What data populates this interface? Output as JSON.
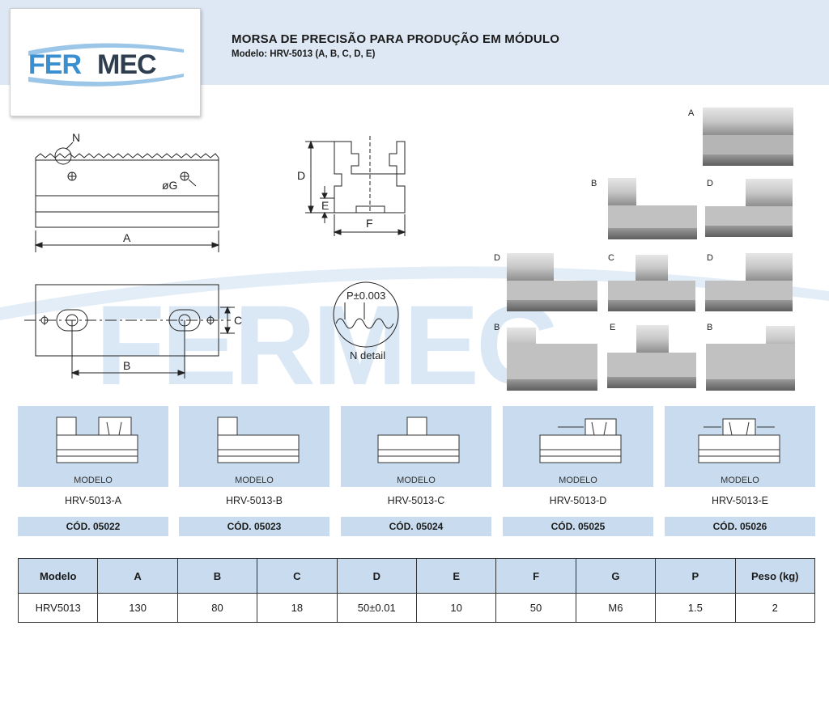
{
  "header": {
    "title": "MORSA DE PRECISÃO PARA PRODUÇÃO EM MÓDULO",
    "subtitle": "Modelo: HRV-5013 (A, B, C, D, E)"
  },
  "logo": {
    "text_left": "FER",
    "text_right": "MEC",
    "color_left": "#3a8fd0",
    "color_right": "#2f3e4e"
  },
  "watermark": {
    "text": "FERMEC"
  },
  "drawing_labels": {
    "dim_a": "A",
    "dim_b": "B",
    "dim_c": "C",
    "dim_d": "D",
    "dim_e": "E",
    "dim_f": "F",
    "dim_n": "N",
    "dim_g": "øG",
    "pitch": "P±0.003",
    "detail": "N detail"
  },
  "photo_labels": [
    "A",
    "B",
    "D",
    "D",
    "C",
    "D",
    "B",
    "E",
    "B"
  ],
  "models": [
    {
      "label": "MODELO",
      "name": "HRV-5013-A",
      "code": "CÓD. 05022"
    },
    {
      "label": "MODELO",
      "name": "HRV-5013-B",
      "code": "CÓD. 05023"
    },
    {
      "label": "MODELO",
      "name": "HRV-5013-C",
      "code": "CÓD. 05024"
    },
    {
      "label": "MODELO",
      "name": "HRV-5013-D",
      "code": "CÓD. 05025"
    },
    {
      "label": "MODELO",
      "name": "HRV-5013-E",
      "code": "CÓD. 05026"
    }
  ],
  "spec_table": {
    "headers": [
      "Modelo",
      "A",
      "B",
      "C",
      "D",
      "E",
      "F",
      "G",
      "P",
      "Peso (kg)"
    ],
    "row": [
      "HRV5013",
      "130",
      "80",
      "18",
      "50±0.01",
      "10",
      "50",
      "M6",
      "1.5",
      "2"
    ]
  },
  "colors": {
    "accent_light": "#c9dcef",
    "header_band": "#dde8f4"
  }
}
